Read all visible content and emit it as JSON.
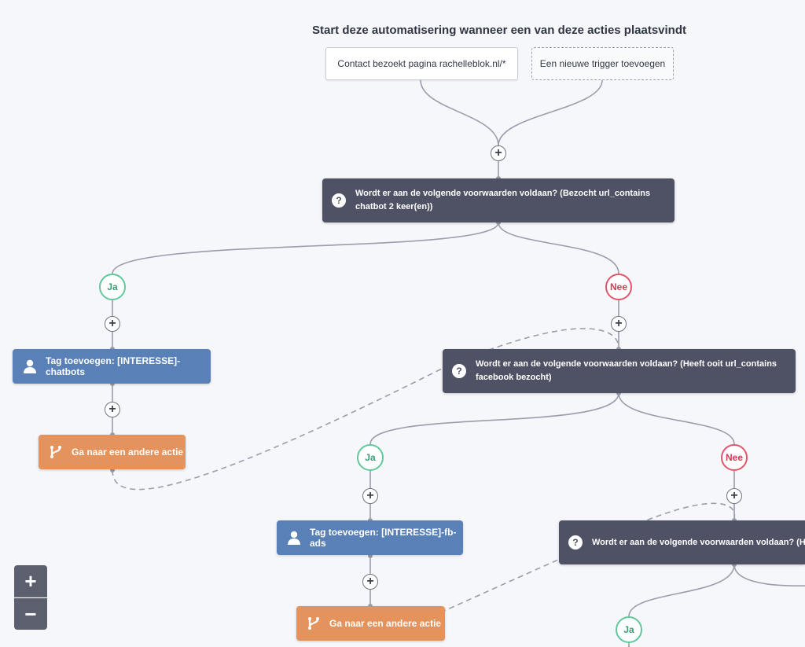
{
  "header": {
    "title": "Start deze automatisering wanneer een van deze acties plaatsvindt"
  },
  "triggers": [
    {
      "label": "Contact bezoekt pagina rachelleblok.nl/*"
    },
    {
      "label": "Een nieuwe trigger toevoegen"
    }
  ],
  "add_symbol": "+",
  "branches": {
    "yes": "Ja",
    "no": "Nee"
  },
  "conditions": [
    {
      "label": "Wordt er aan de volgende voorwaarden voldaan? (Bezocht url_contains chatbot 2 keer(en))"
    },
    {
      "label": "Wordt er aan de volgende voorwaarden voldaan? (Heeft ooit url_contains facebook bezocht)"
    },
    {
      "label": "Wordt er aan de volgende voorwaarden voldaan? (Heeft ooit url_contains webinar bezocht)"
    }
  ],
  "actions": [
    {
      "label": "Tag toevoegen: [INTERESSE]-chatbots",
      "icon": "user-icon"
    },
    {
      "label": "Ga naar een andere actie",
      "icon": "branch-icon"
    },
    {
      "label": "Tag toevoegen: [INTERESSE]-fb-ads",
      "icon": "user-icon"
    },
    {
      "label": "Ga naar een andere actie",
      "icon": "branch-icon"
    }
  ],
  "zoom": {
    "in": "+",
    "out": "−"
  },
  "colors": {
    "condition": "#4e5264",
    "tag_action": "#5a80b8",
    "goto_action": "#e5935d",
    "yes": "#62c79c",
    "no": "#e0566a",
    "connector": "#9a9dab"
  }
}
